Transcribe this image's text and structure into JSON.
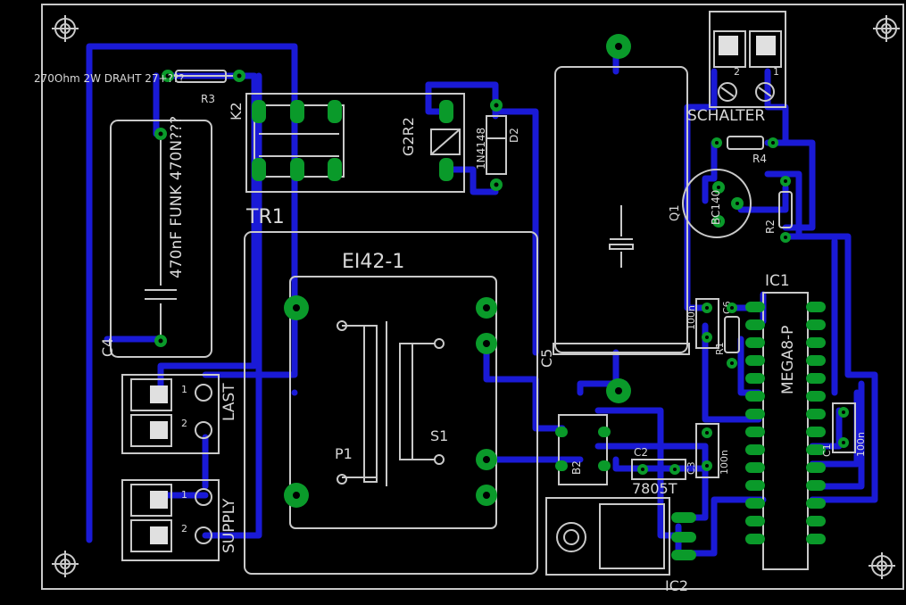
{
  "colors": {
    "background": "#000000",
    "trace": "#1a1ad6",
    "pad": "#0a9a2a",
    "silkscreen": "#c9c9c9"
  },
  "labels": {
    "r3_value": "270Ohm 2W DRAHT 27+???",
    "r3": "R3",
    "k2": "K2",
    "relay": "G2R2",
    "d2_value": "1N4148",
    "d2": "D2",
    "schalter": "SCHALTER",
    "r4": "R4",
    "c4_value": "470nF FUNK 470N???",
    "c4": "C4",
    "tr1": "TR1",
    "ei42": "EI42-1",
    "p1": "P1",
    "s1": "S1",
    "c5": "C5",
    "q1": "Q1",
    "q1_type": "BC140",
    "r2": "R2",
    "ic1": "IC1",
    "mega": "MEGA8-P",
    "c6": "C6",
    "c6_value": "100n",
    "r1": "R1",
    "c1": "C1",
    "c1_value": "100n",
    "c3": "C3",
    "c3_value": "100n",
    "c2": "C2",
    "b2": "B2",
    "reg": "7805T",
    "ic2": "IC2",
    "last": "LAST",
    "supply": "SUPPLY",
    "pin1": "1",
    "pin2": "2"
  }
}
